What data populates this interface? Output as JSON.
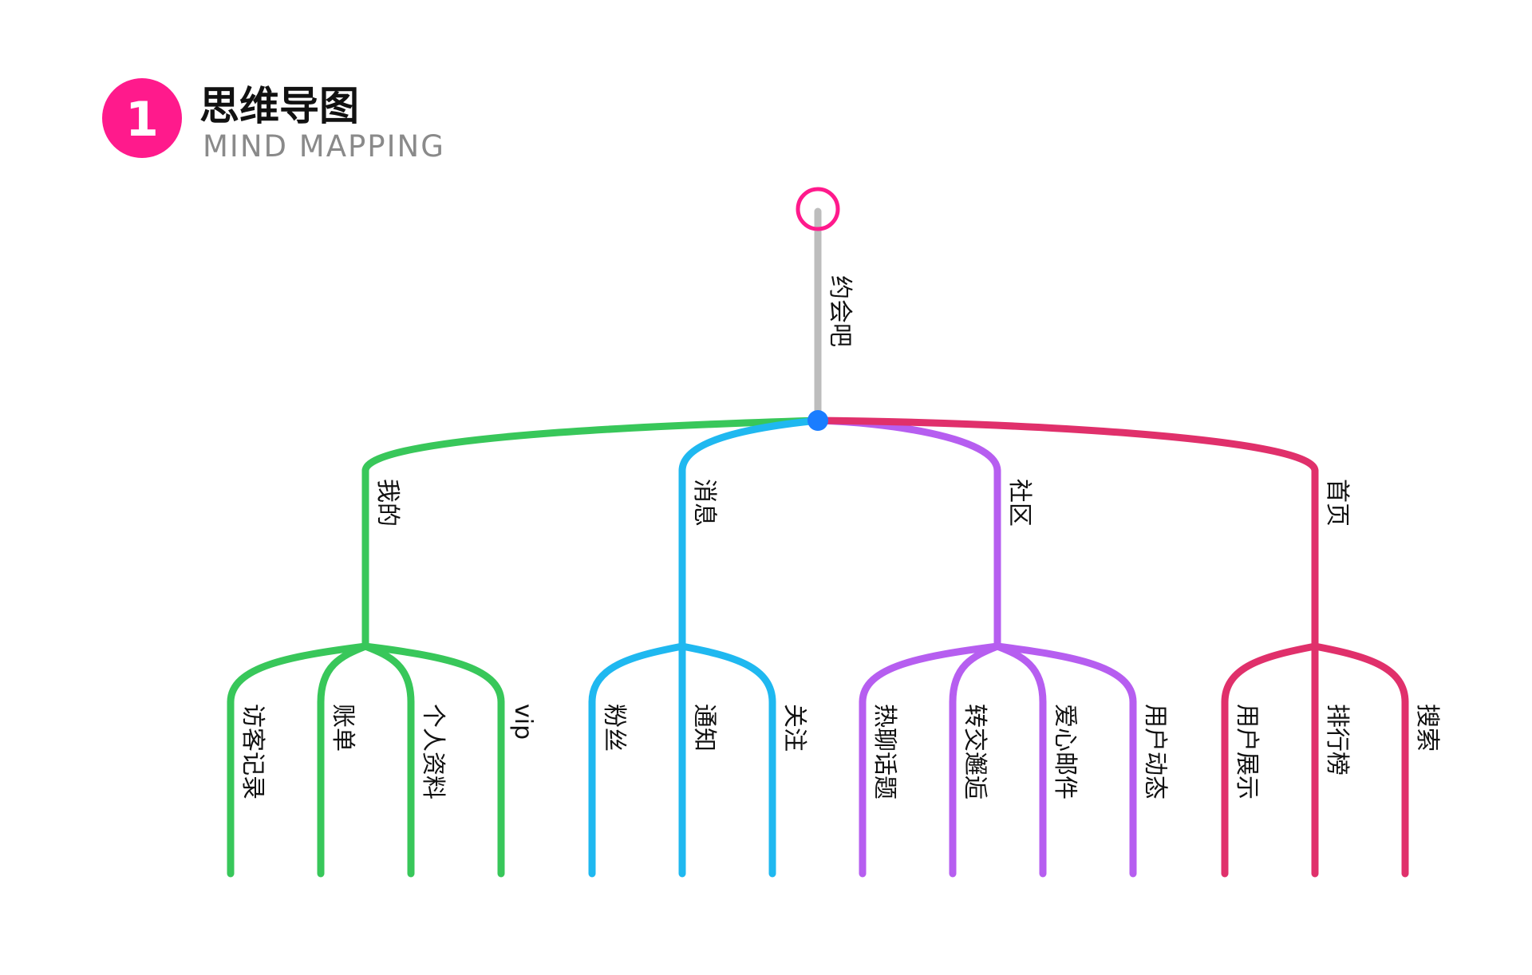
{
  "header": {
    "number": "1",
    "title": "思维导图",
    "subtitle": "MIND MAPPING",
    "badge_color": "#ff1a8c"
  },
  "root": {
    "label": "约会吧",
    "stem_color": "#bdbdbd",
    "ring_color": "#ff1a8c",
    "hub_color": "#1a7dff"
  },
  "branches": [
    {
      "label": "我的",
      "color": "#38c75a",
      "children": [
        "访客记录",
        "账单",
        "个人资料",
        "vip"
      ]
    },
    {
      "label": "消息",
      "color": "#1fb8f0",
      "children": [
        "粉丝",
        "通知",
        "关注"
      ]
    },
    {
      "label": "社区",
      "color": "#b65ef0",
      "children": [
        "热聊话题",
        "转交邂逅",
        "爱心邮件",
        "用户动态"
      ]
    },
    {
      "label": "首页",
      "color": "#e0306b",
      "children": [
        "用户展示",
        "排行榜",
        "搜索"
      ]
    }
  ]
}
